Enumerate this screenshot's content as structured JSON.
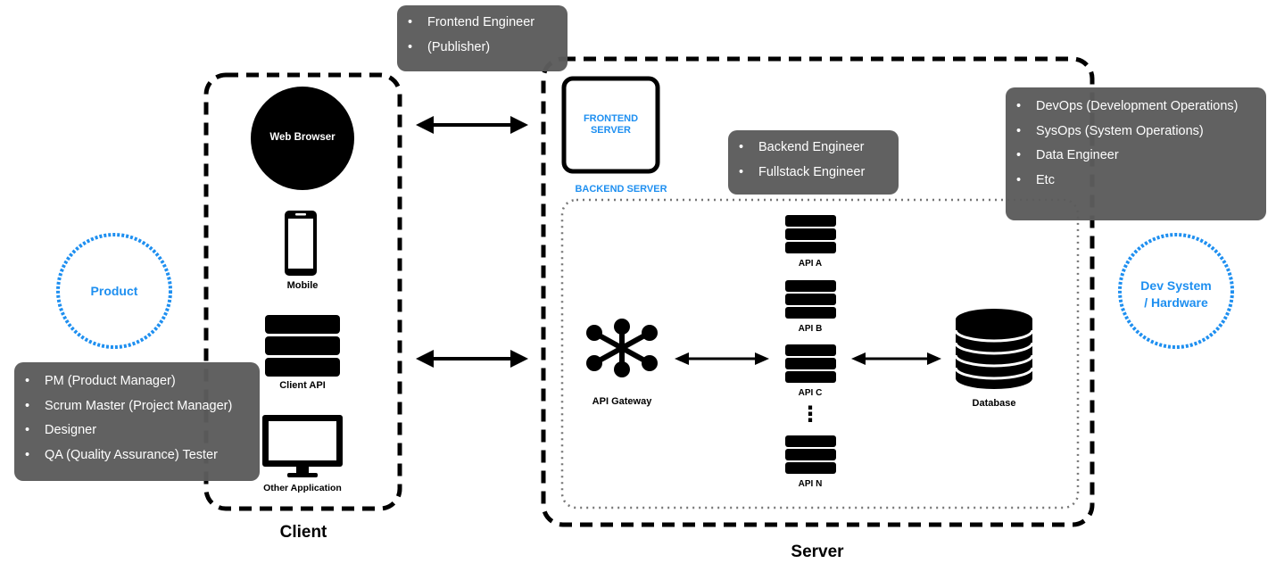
{
  "product": {
    "label": "Product"
  },
  "dev_system": {
    "label_line1": "Dev System",
    "label_line2": "/ Hardware"
  },
  "client": {
    "title": "Client",
    "web_browser": "Web Browser",
    "mobile": "Mobile",
    "client_api": "Client API",
    "other_application": "Other Application"
  },
  "server": {
    "title": "Server",
    "frontend_server_line1": "FRONTEND",
    "frontend_server_line2": "SERVER",
    "backend_server": "BACKEND SERVER",
    "api_gateway": "API Gateway",
    "api_a": "API A",
    "api_b": "API B",
    "api_c": "API C",
    "api_n": "API N",
    "ellipsis": "⋮",
    "database": "Database"
  },
  "roles": {
    "product_team": [
      "PM (Product Manager)",
      "Scrum Master (Project Manager)",
      "Designer",
      "QA (Quality Assurance) Tester"
    ],
    "frontend_team": [
      "Frontend Engineer",
      "(Publisher)"
    ],
    "backend_team": [
      "Backend Engineer",
      "Fullstack Engineer"
    ],
    "ops_team": [
      "DevOps (Development Operations)",
      "SysOps (System Operations)",
      "Data Engineer",
      "Etc"
    ]
  },
  "colors": {
    "accent_blue": "#1e8ff0",
    "role_box": "#5c5c5c",
    "outline": "#000000"
  },
  "icons": [
    "globe-circle-icon",
    "mobile-phone-icon",
    "server-stack-icon",
    "monitor-icon",
    "hub-network-icon",
    "database-icon",
    "double-arrow-icon"
  ]
}
